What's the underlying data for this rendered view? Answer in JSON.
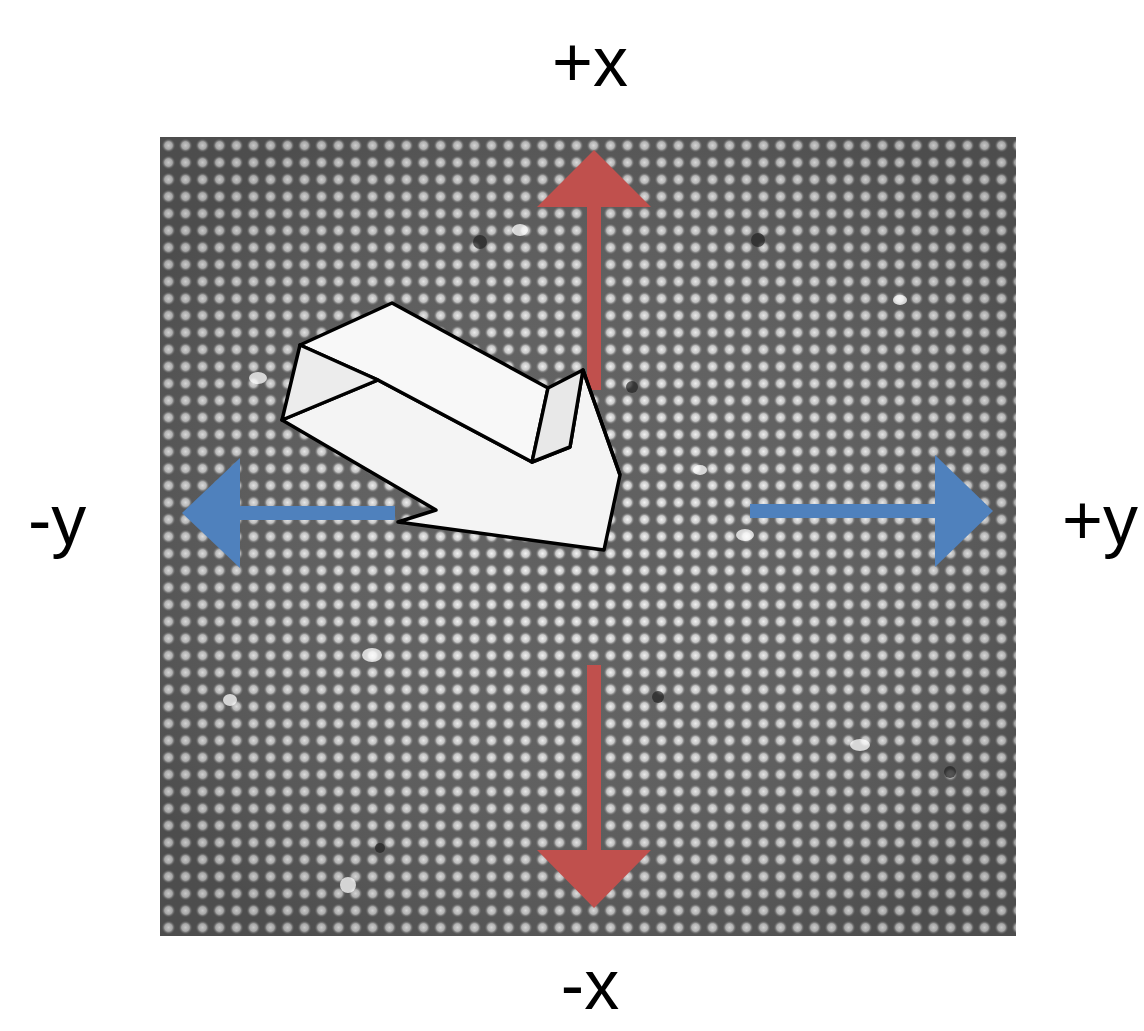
{
  "diagram": {
    "labels": [
      "+x",
      "-y",
      "+y",
      "-x"
    ]
  }
}
